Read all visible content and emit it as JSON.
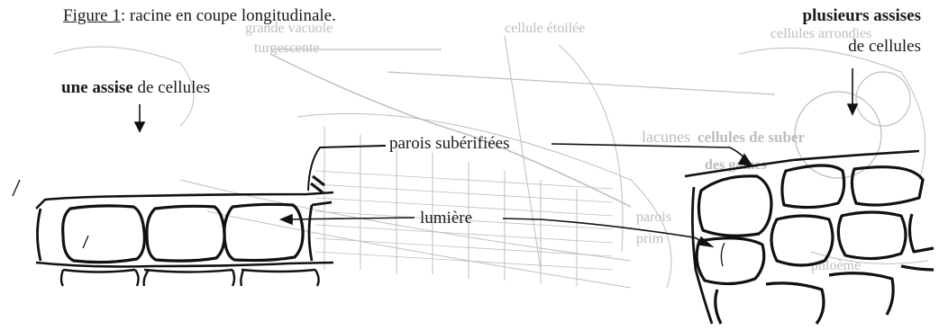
{
  "figure": {
    "number_label": "Figure 1",
    "caption": ": racine en coupe longitudinale."
  },
  "labels": {
    "left_bold": "une assise",
    "left_rest": " de cellules",
    "right_bold": "plusieurs assises",
    "right_rest": "de cellules",
    "parois": "parois subérifiées",
    "lumiere": "lumière"
  },
  "background_text": [
    "grande vacuole",
    "turgescente",
    "cellule étoilée",
    "cellules arrondies",
    "lacunes",
    "cellules de suber",
    "des gaines",
    "parois",
    "prim",
    "phloème"
  ]
}
